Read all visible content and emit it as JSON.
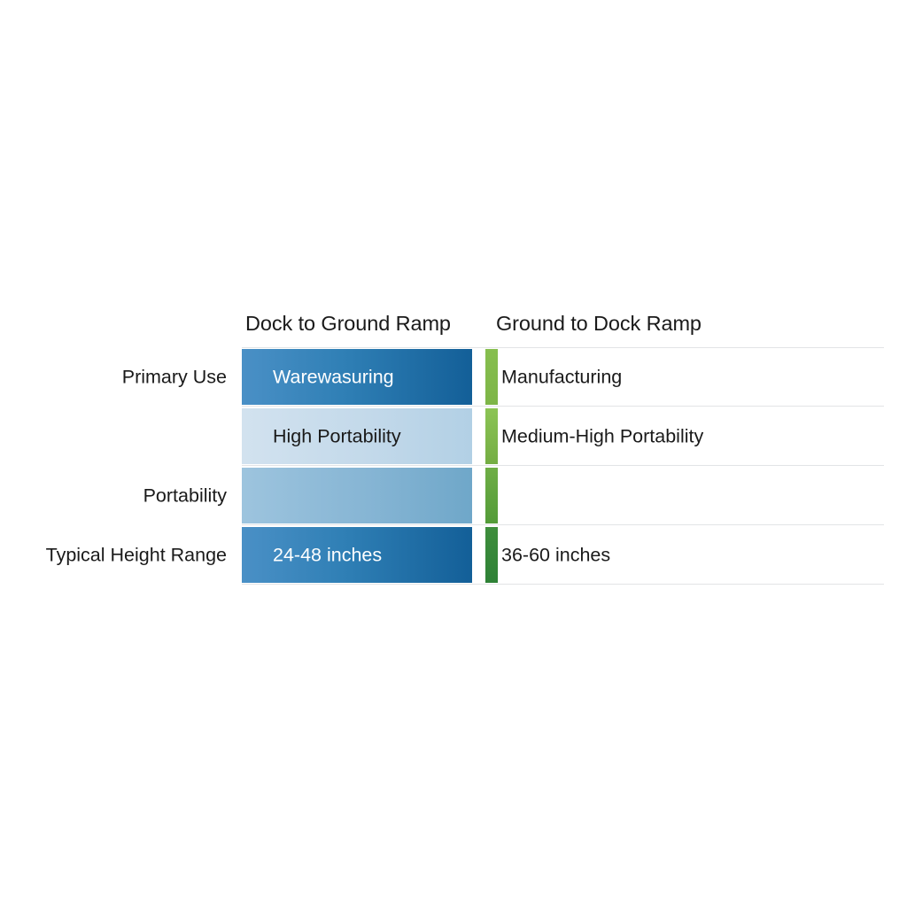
{
  "table": {
    "columns": [
      {
        "id": "dock-to-ground-ramp",
        "label": "Dock to Ground Ramp"
      },
      {
        "id": "ground-to-dock-ramp",
        "label": "Ground to Dock Ramp"
      }
    ],
    "row_labels": [
      "Primary Use",
      "",
      "Portability",
      "Typical Height Range"
    ],
    "rows": [
      {
        "label": "Primary Use",
        "left": "Warewasuring",
        "right": "Manufacturing"
      },
      {
        "label": "",
        "left": "High Portability",
        "right": "Medium-High Portability"
      },
      {
        "label": "Portability",
        "left": "",
        "right": ""
      },
      {
        "label": "Typical Height Range",
        "left": "24-48 inches",
        "right": "36-60 inches"
      }
    ]
  },
  "colors": {
    "blue_dark_start": "#4a90c6",
    "blue_dark_end": "#135f98",
    "blue_light_start": "#d2e2ef",
    "blue_light_end": "#b2d0e5",
    "blue_mid_start": "#9dc4de",
    "blue_mid_end": "#6fa7c9",
    "green_light": "#87bf4f",
    "green_dark": "#2e8136",
    "rule": "#e2e4e6",
    "text": "#1a1a1a",
    "text_inverse": "#ffffff",
    "background": "#ffffff"
  },
  "chart_data": {
    "type": "table",
    "title": "",
    "categories": [
      "Dock to Ground Ramp",
      "Ground to Dock Ramp"
    ],
    "row_labels": [
      "Primary Use",
      "",
      "Portability",
      "Typical Height Range"
    ],
    "cells": [
      [
        "Warewasuring",
        "Manufacturing"
      ],
      [
        "High Portability",
        "Medium-High Portability"
      ],
      [
        "",
        ""
      ],
      [
        "24-48 inches",
        "36-60 inches"
      ]
    ],
    "legend": [],
    "grid": true,
    "xlabel": "",
    "ylabel": ""
  }
}
